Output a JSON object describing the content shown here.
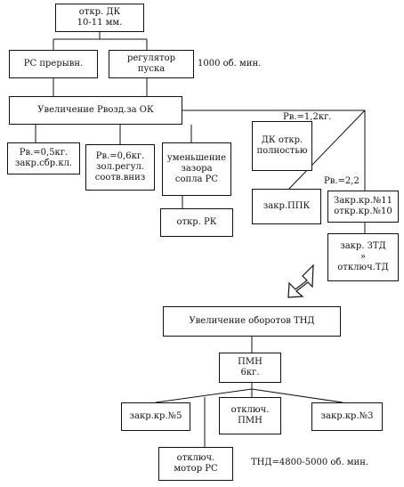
{
  "diagram": {
    "nodes": {
      "open_dk": "откр. ДК\n10-11 мм.",
      "rs_stop": "РС прерывн.",
      "start_regulator": "регулятор\nпуска",
      "increase_pvozd": "Увеличение Рвозд.за ОК",
      "pv05": "Рв.=0,5кг.\nзакр.сбр.кл.",
      "pv06": "Рв.=0,6кг.\nзол.регул.\nсоотв.вниз",
      "nozzle_gap": "уменьшение\nзазора\nсопла РС",
      "open_rk": "откр. РК",
      "dk_open_full": "ДК откр.\nполностью",
      "close_ppk": "закр.ППК",
      "valves_11_10": "Закр.кр.№11\nоткр.кр.№10",
      "ztd_off": "закр. ЗТД\n»\nотключ.ТД",
      "increase_tnd": "Увеличение оборотов ТНД",
      "pmn": "ПМН\n6кг.",
      "close_valve5": "закр.кр.№5",
      "pmn_off": "отключ.\nПМН",
      "close_valve3": "закр.кр.№3",
      "motor_rs_off": "отключ.\nмотор РС"
    },
    "labels": {
      "rpm_1000": "1000 об. мин.",
      "pv12": "Рв.=1,2кг.",
      "pv22": "Рв.=2,2",
      "tnd_rpm": "ТНД=4800-5000 об. мин."
    }
  }
}
